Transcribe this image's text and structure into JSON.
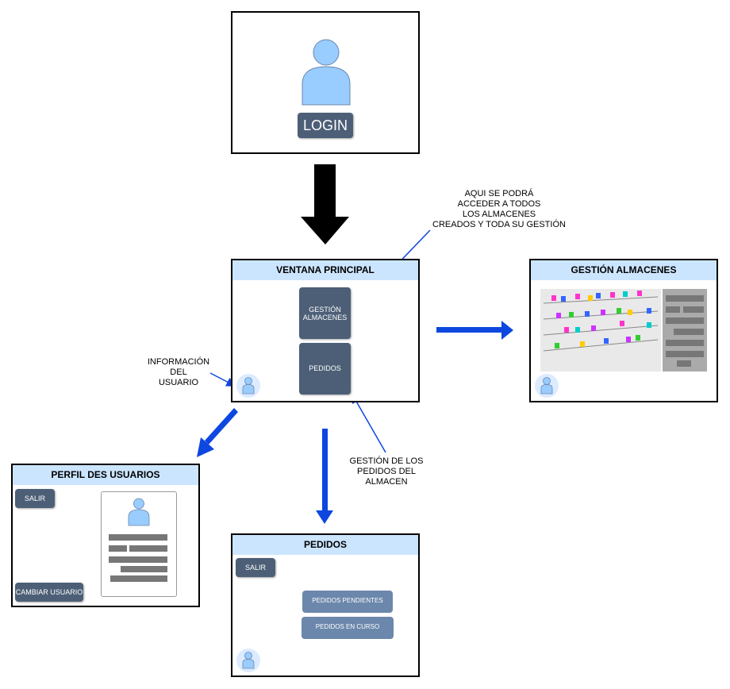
{
  "login": {
    "button_label": "LOGIN"
  },
  "ventana_principal": {
    "title": "VENTANA PRINCIPAL",
    "btn_gestion": "GESTIÓN\nALMACENES",
    "btn_pedidos": "PEDIDOS"
  },
  "gestion_almacenes": {
    "title": "GESTIÓN ALMACENES"
  },
  "perfil": {
    "title": "PERFIL DES USUARIOS",
    "salir": "SALIR",
    "cambiar": "CAMBIAR USUARIO"
  },
  "pedidos": {
    "title": "PEDIDOS",
    "salir": "SALIR",
    "pendientes": "PEDIDOS PENDIENTES",
    "en_curso": "PEDIDOS EN CURSO"
  },
  "notes": {
    "almacenes": "AQUI SE PODRÁ\nACCEDER A TODOS\nLOS ALMACENES\nCREADOS Y TODA SU GESTIÓN",
    "usuario": "INFORMACIÓN\nDEL\nUSUARIO",
    "pedidos": "GESTIÓN DE LOS\nPEDIDOS DEL\nALMACEN"
  },
  "colors": {
    "header": "#cce5ff",
    "button": "#4d5f77",
    "button_light": "#6b87ab",
    "arrow_blue": "#0d47e0",
    "person": "#99ccff"
  }
}
